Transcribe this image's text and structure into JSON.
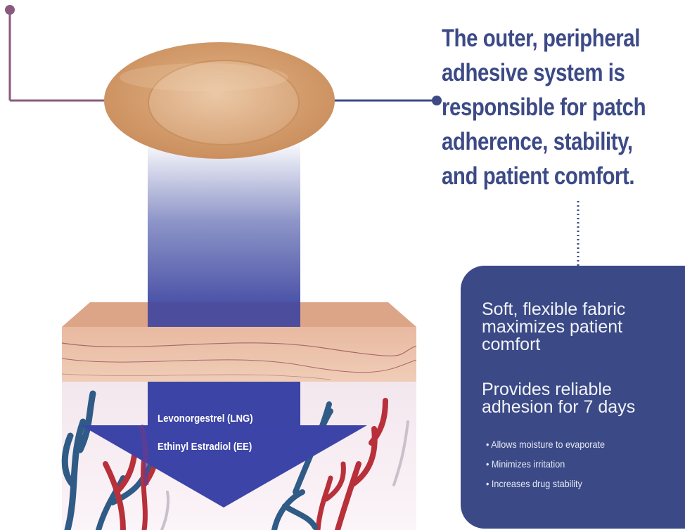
{
  "headline": {
    "lines": [
      "The outer, peripheral",
      "adhesive system is",
      "responsible for patch",
      "adherence, stability,",
      "and patient comfort."
    ]
  },
  "info_card": {
    "heading1": [
      "Soft, flexible fabric",
      "maximizes patient",
      "comfort"
    ],
    "heading2": [
      "Provides reliable",
      "adhesion for 7 days"
    ],
    "bullets": [
      "Allows moisture to evaporate",
      "Minimizes irritation",
      "Increases drug stability"
    ]
  },
  "drug_arrow": {
    "labels": [
      "Levonorgestrel (LNG)",
      "Ethinyl Estradiol (EE)"
    ]
  },
  "colors": {
    "navy": "#3c4a86",
    "leader_purple": "#8a5a7e",
    "patch_tan": "#d7a06e",
    "skin_pink": "#e6b59c",
    "vessel_red": "#b8303a",
    "vessel_blue": "#2d5a84"
  }
}
